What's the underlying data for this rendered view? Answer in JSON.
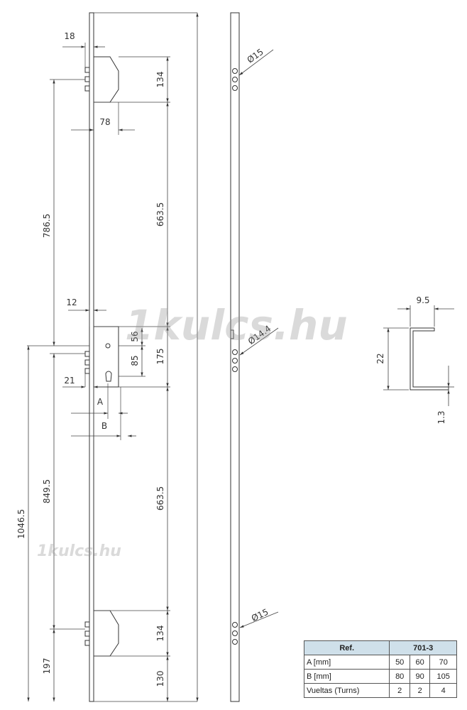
{
  "watermark": {
    "main": "1kulcs.hu",
    "small": "1kulcs.hu"
  },
  "dims": {
    "d18": "18",
    "d134_top": "134",
    "d78": "78",
    "d786_5": "786.5",
    "d663_5_top": "663.5",
    "d12": "12",
    "d56": "56",
    "d85": "85",
    "d175": "175",
    "d21": "21",
    "dA": "A",
    "dB": "B",
    "d1046_5": "1046.5",
    "d849_5": "849.5",
    "d663_5_bot": "663.5",
    "d134_bot": "134",
    "d197": "197",
    "d130": "130",
    "dia15_top": "Ø15",
    "dia14_4": "Ø14.4",
    "dia15_bot": "Ø15",
    "d9_5": "9.5",
    "d22": "22",
    "d1_3": "1.3"
  },
  "table": {
    "header": {
      "label": "Ref.",
      "value": "701-3"
    },
    "rows": [
      {
        "label": "A [mm]",
        "values": [
          "50",
          "60",
          "70"
        ]
      },
      {
        "label": "B [mm]",
        "values": [
          "80",
          "90",
          "105"
        ]
      },
      {
        "label": "Vueltas (Turns)",
        "values": [
          "2",
          "2",
          "4"
        ]
      }
    ]
  },
  "colors": {
    "line": "#333333",
    "dimline": "#444444",
    "tableHeader": "#cfe0ea"
  }
}
